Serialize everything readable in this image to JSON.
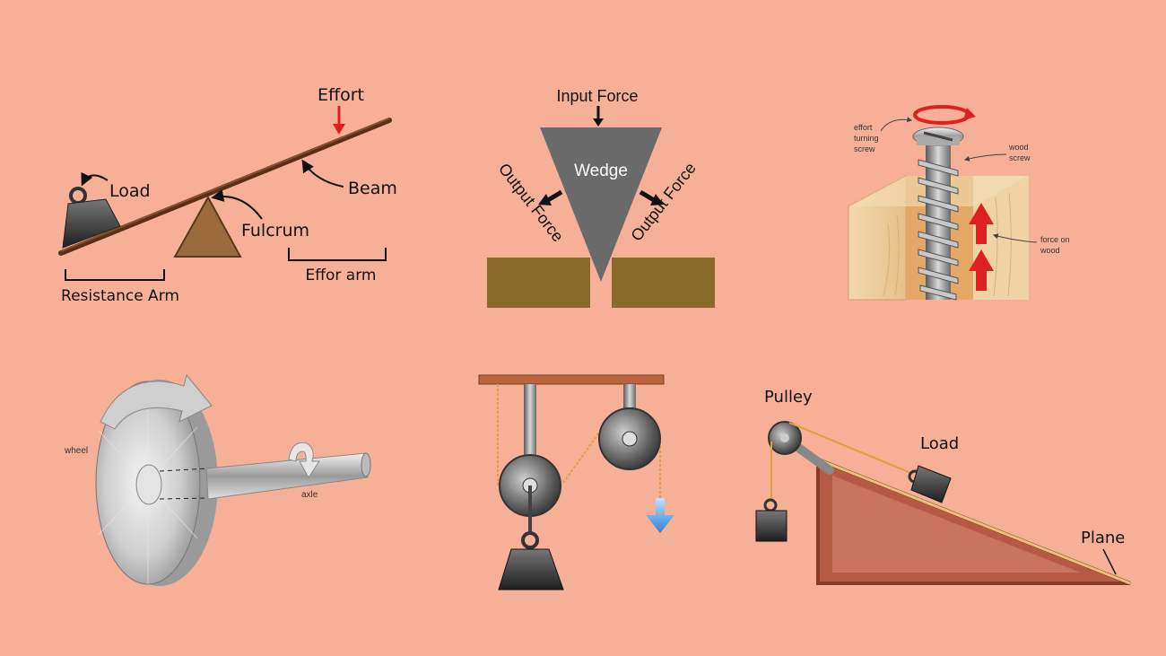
{
  "lever": {
    "effort": "Effort",
    "load": "Load",
    "beam": "Beam",
    "fulcrum": "Fulcrum",
    "resistance_arm": "Resistance Arm",
    "effort_arm": "Effor arm"
  },
  "wedge": {
    "input_force": "Input Force",
    "wedge": "Wedge",
    "output_force_left": "Output Force",
    "output_force_right": "Output Force"
  },
  "screw": {
    "effort_line1": "effort",
    "effort_line2": "turning",
    "effort_line3": "screw",
    "wood_screw_line1": "wood",
    "wood_screw_line2": "screw",
    "force_line1": "force on",
    "force_line2": "wood"
  },
  "wheel_axle": {
    "wheel": "wheel",
    "axle": "axle"
  },
  "incline": {
    "pulley": "Pulley",
    "load": "Load",
    "plane": "Plane"
  },
  "colors": {
    "background": "#f7b098",
    "arrow_red": "#e02020",
    "wood_brown": "#8a6a2a",
    "beam_brown": "#6b3d24",
    "ramp": "#b65a45",
    "pulley_arrow_blue": "#3d8fe0"
  }
}
